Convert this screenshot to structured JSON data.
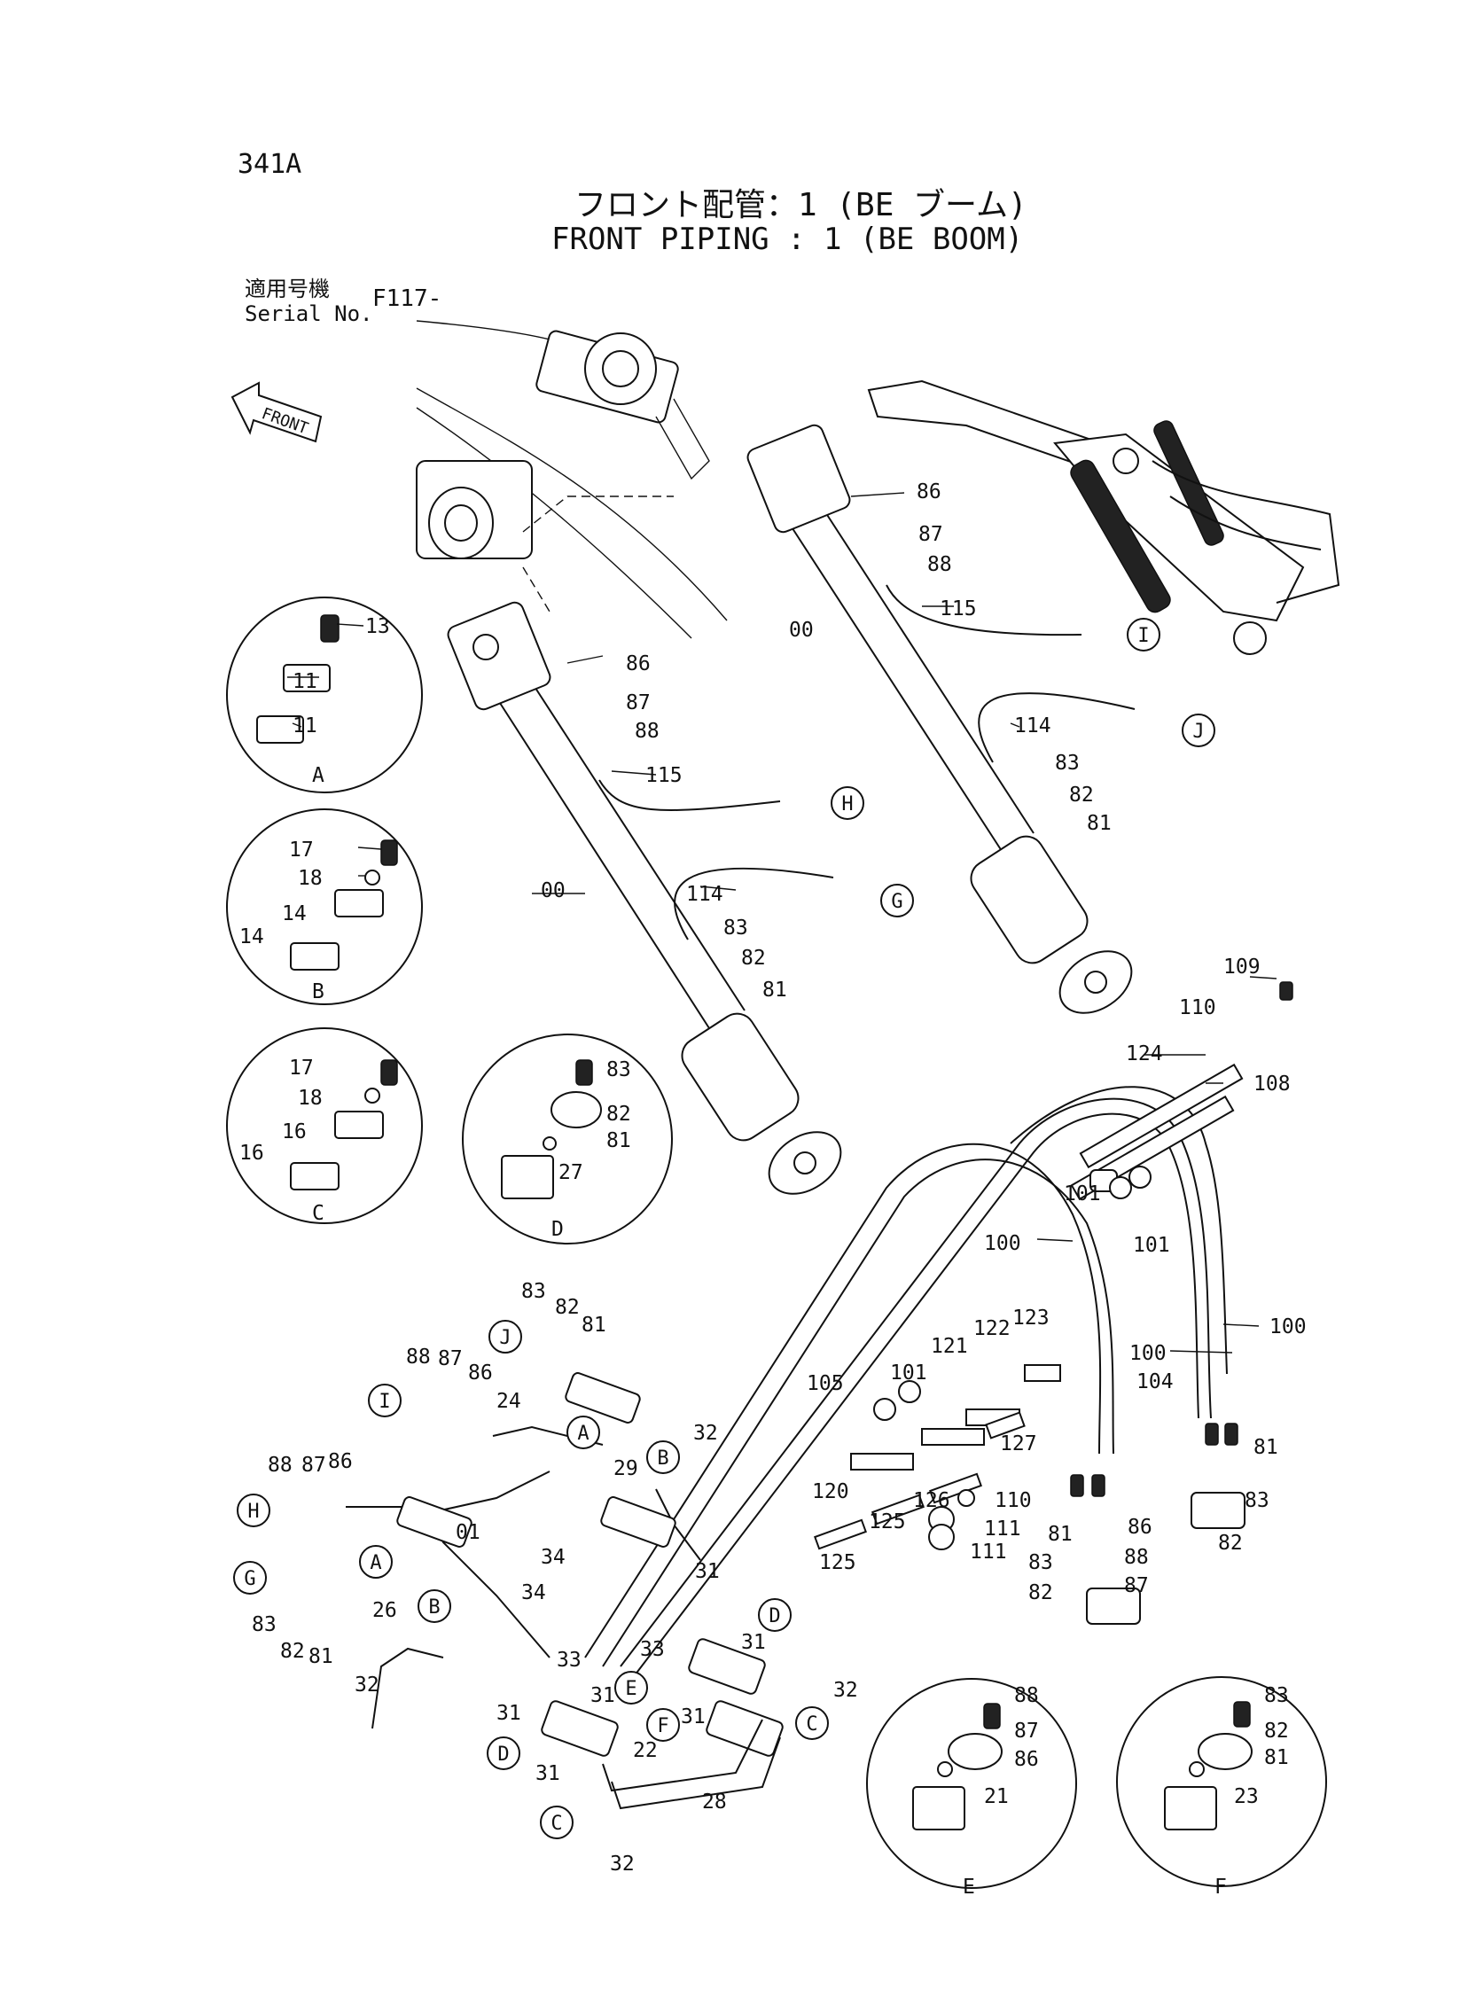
{
  "page": {
    "page_code": "341A",
    "title_ja": "フロント配管：1 (BE ブーム)",
    "title_en": "FRONT PIPING : 1 (BE BOOM)",
    "serial_label_ja": "適用号機",
    "serial_label_en": "Serial No.",
    "serial_value": "F117-",
    "front_arrow_label": "FRONT"
  },
  "callouts": [
    {
      "id": "c1",
      "text": "13"
    },
    {
      "id": "c2",
      "text": "11"
    },
    {
      "id": "c3",
      "text": "11"
    },
    {
      "id": "c4",
      "text": "A"
    },
    {
      "id": "c5",
      "text": "17"
    },
    {
      "id": "c6",
      "text": "18"
    },
    {
      "id": "c7",
      "text": "14"
    },
    {
      "id": "c8",
      "text": "14"
    },
    {
      "id": "c9",
      "text": "B"
    },
    {
      "id": "c10",
      "text": "17"
    },
    {
      "id": "c11",
      "text": "18"
    },
    {
      "id": "c12",
      "text": "16"
    },
    {
      "id": "c13",
      "text": "16"
    },
    {
      "id": "c14",
      "text": "C"
    },
    {
      "id": "c15",
      "text": "83"
    },
    {
      "id": "c16",
      "text": "82"
    },
    {
      "id": "c17",
      "text": "81"
    },
    {
      "id": "c18",
      "text": "27"
    },
    {
      "id": "c19",
      "text": "D"
    },
    {
      "id": "c20",
      "text": "86"
    },
    {
      "id": "c21",
      "text": "87"
    },
    {
      "id": "c22",
      "text": "88"
    },
    {
      "id": "c23",
      "text": "115"
    },
    {
      "id": "c24",
      "text": "00"
    },
    {
      "id": "c25",
      "text": "114"
    },
    {
      "id": "c26",
      "text": "83"
    },
    {
      "id": "c27",
      "text": "82"
    },
    {
      "id": "c28",
      "text": "81"
    },
    {
      "id": "c29",
      "text": "86"
    },
    {
      "id": "c30",
      "text": "87"
    },
    {
      "id": "c31",
      "text": "88"
    },
    {
      "id": "c32",
      "text": "115"
    },
    {
      "id": "c33",
      "text": "00"
    },
    {
      "id": "c34",
      "text": "114"
    },
    {
      "id": "c35",
      "text": "83"
    },
    {
      "id": "c36",
      "text": "82"
    },
    {
      "id": "c37",
      "text": "81"
    },
    {
      "id": "c38",
      "text": "109"
    },
    {
      "id": "c39",
      "text": "110"
    },
    {
      "id": "c40",
      "text": "124"
    },
    {
      "id": "c41",
      "text": "108"
    },
    {
      "id": "c42",
      "text": "101"
    },
    {
      "id": "c43",
      "text": "101"
    },
    {
      "id": "c44",
      "text": "100"
    },
    {
      "id": "c45",
      "text": "100"
    },
    {
      "id": "c46",
      "text": "100"
    },
    {
      "id": "c47",
      "text": "104"
    },
    {
      "id": "c48",
      "text": "123"
    },
    {
      "id": "c49",
      "text": "122"
    },
    {
      "id": "c50",
      "text": "121"
    },
    {
      "id": "c51",
      "text": "101"
    },
    {
      "id": "c52",
      "text": "105"
    },
    {
      "id": "c53",
      "text": "127"
    },
    {
      "id": "c54",
      "text": "120"
    },
    {
      "id": "c55",
      "text": "126"
    },
    {
      "id": "c56",
      "text": "110"
    },
    {
      "id": "c57",
      "text": "125"
    },
    {
      "id": "c58",
      "text": "111"
    },
    {
      "id": "c59",
      "text": "111"
    },
    {
      "id": "c60",
      "text": "125"
    },
    {
      "id": "c61",
      "text": "81"
    },
    {
      "id": "c62",
      "text": "83"
    },
    {
      "id": "c63",
      "text": "82"
    },
    {
      "id": "c64",
      "text": "81"
    },
    {
      "id": "c65",
      "text": "86"
    },
    {
      "id": "c66",
      "text": "83"
    },
    {
      "id": "c67",
      "text": "88"
    },
    {
      "id": "c68",
      "text": "82"
    },
    {
      "id": "c69",
      "text": "87"
    },
    {
      "id": "c70",
      "text": "83"
    },
    {
      "id": "c71",
      "text": "82"
    },
    {
      "id": "c72",
      "text": "81"
    },
    {
      "id": "c73",
      "text": "88"
    },
    {
      "id": "c74",
      "text": "87"
    },
    {
      "id": "c75",
      "text": "86"
    },
    {
      "id": "c76",
      "text": "24"
    },
    {
      "id": "c77",
      "text": "32"
    },
    {
      "id": "c78",
      "text": "29"
    },
    {
      "id": "c79",
      "text": "88"
    },
    {
      "id": "c80",
      "text": "87"
    },
    {
      "id": "c81",
      "text": "86"
    },
    {
      "id": "c82",
      "text": "01"
    },
    {
      "id": "c83",
      "text": "34"
    },
    {
      "id": "c84",
      "text": "34"
    },
    {
      "id": "c85",
      "text": "31"
    },
    {
      "id": "c86",
      "text": "83"
    },
    {
      "id": "c87",
      "text": "82"
    },
    {
      "id": "c88",
      "text": "81"
    },
    {
      "id": "c89",
      "text": "26"
    },
    {
      "id": "c90",
      "text": "32"
    },
    {
      "id": "c91",
      "text": "33"
    },
    {
      "id": "c92",
      "text": "31"
    },
    {
      "id": "c93",
      "text": "31"
    },
    {
      "id": "c94",
      "text": "33"
    },
    {
      "id": "c95",
      "text": "31"
    },
    {
      "id": "c96",
      "text": "31"
    },
    {
      "id": "c97",
      "text": "31"
    },
    {
      "id": "c98",
      "text": "22"
    },
    {
      "id": "c99",
      "text": "28"
    },
    {
      "id": "c100",
      "text": "32"
    },
    {
      "id": "c101",
      "text": "32"
    },
    {
      "id": "c102",
      "text": "88"
    },
    {
      "id": "c103",
      "text": "87"
    },
    {
      "id": "c104",
      "text": "86"
    },
    {
      "id": "c105",
      "text": "21"
    },
    {
      "id": "c106",
      "text": "E"
    },
    {
      "id": "c107",
      "text": "83"
    },
    {
      "id": "c108",
      "text": "82"
    },
    {
      "id": "c109",
      "text": "81"
    },
    {
      "id": "c110",
      "text": "23"
    },
    {
      "id": "c111",
      "text": "F"
    }
  ],
  "connectors": [
    {
      "id": "k1",
      "text": "H"
    },
    {
      "id": "k2",
      "text": "G"
    },
    {
      "id": "k3",
      "text": "I"
    },
    {
      "id": "k4",
      "text": "J"
    },
    {
      "id": "k5",
      "text": "J"
    },
    {
      "id": "k6",
      "text": "I"
    },
    {
      "id": "k7",
      "text": "A"
    },
    {
      "id": "k8",
      "text": "B"
    },
    {
      "id": "k9",
      "text": "H"
    },
    {
      "id": "k10",
      "text": "A"
    },
    {
      "id": "k11",
      "text": "G"
    },
    {
      "id": "k12",
      "text": "B"
    },
    {
      "id": "k13",
      "text": "D"
    },
    {
      "id": "k14",
      "text": "E"
    },
    {
      "id": "k15",
      "text": "F"
    },
    {
      "id": "k16",
      "text": "C"
    },
    {
      "id": "k17",
      "text": "D"
    },
    {
      "id": "k18",
      "text": "C"
    }
  ]
}
